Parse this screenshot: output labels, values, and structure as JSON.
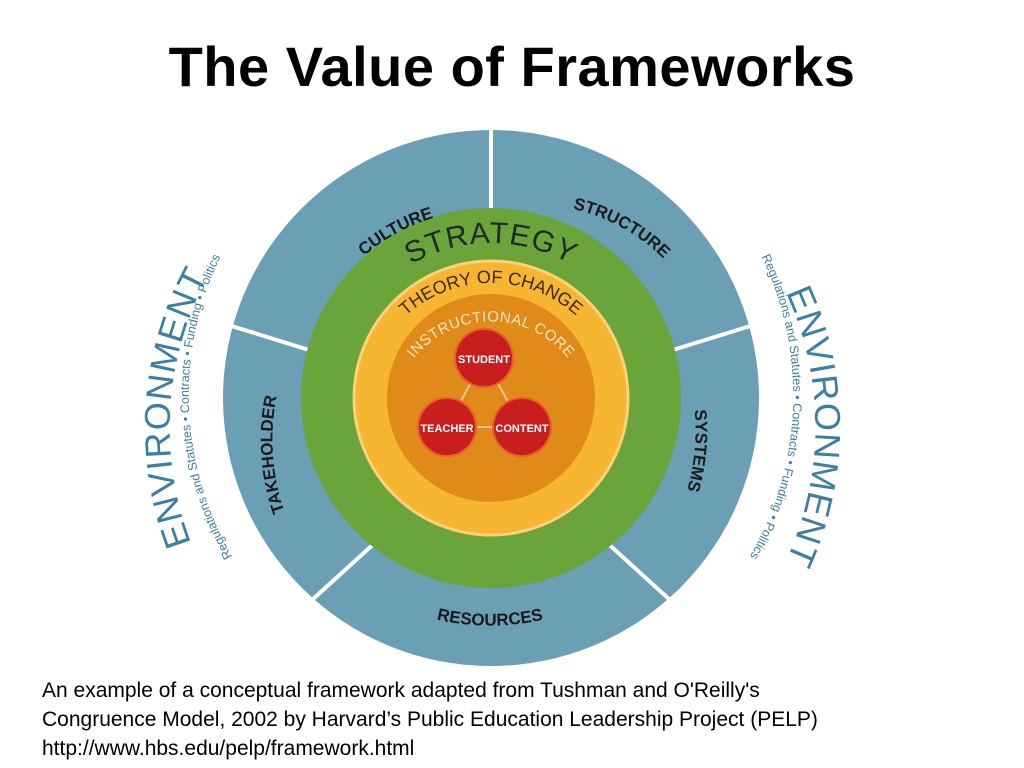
{
  "slide": {
    "title": "The Value of Frameworks"
  },
  "diagram": {
    "outer_ring": {
      "segments": [
        "CULTURE",
        "STRUCTURE",
        "SYSTEMS",
        "RESOURCES",
        "STAKEHOLDERS"
      ],
      "color": "#6b9fb4"
    },
    "strategy_ring": {
      "label": "STRATEGY",
      "color": "#6aa43a"
    },
    "theory_ring": {
      "label": "THEORY OF CHANGE",
      "color": "#f7b632"
    },
    "core": {
      "label": "INSTRUCTIONAL CORE",
      "color": "#e08a1a"
    },
    "nodes": [
      "STUDENT",
      "TEACHER",
      "CONTENT"
    ],
    "node_color": "#c81e1e",
    "environment_left": {
      "label": "ENVIRONMENT",
      "sub": "Regulations and Statutes  •  Contracts  •  Funding  •  Politics"
    },
    "environment_right": {
      "label": "ENVIRONMENT",
      "sub": "Regulations and Statutes  •  Contracts  •  Funding  •  Politics"
    }
  },
  "caption": {
    "line1": "An example of a conceptual framework adapted from Tushman and O'Reilly's",
    "line2": "Congruence Model, 2002 by Harvard’s Public Education Leadership Project (PELP)",
    "line3": "http://www.hbs.edu/pelp/framework.html"
  }
}
